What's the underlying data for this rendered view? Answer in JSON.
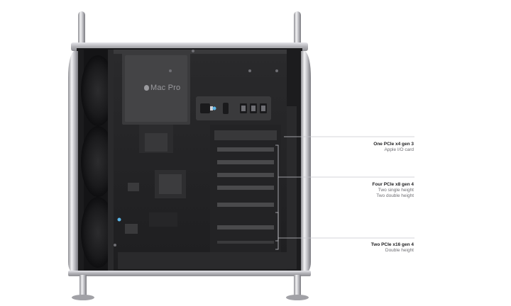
{
  "product": {
    "badge_text": "Mac Pro"
  },
  "callouts": [
    {
      "title": "One PCIe x4 gen 3",
      "lines": [
        "Apple I/O card"
      ]
    },
    {
      "title": "Four PCIe x8 gen 4",
      "lines": [
        "Two single height",
        "Two double height"
      ]
    },
    {
      "title": "Two PCIe x16 gen 4",
      "lines": [
        "Double height"
      ]
    }
  ],
  "icons": {
    "chassis": "mac-pro-chassis-icon",
    "fan": "fan-icon",
    "handle": "handle-icon",
    "foot": "foot-icon",
    "port": "port-icon",
    "pcie_slot": "pcie-slot-icon"
  },
  "colors": {
    "interior": "#1c1c1e",
    "frame": "#b8b8bd",
    "accent_led": "#5ab4e6",
    "label_title": "#1d1d1f",
    "label_body": "#6e6e73"
  }
}
